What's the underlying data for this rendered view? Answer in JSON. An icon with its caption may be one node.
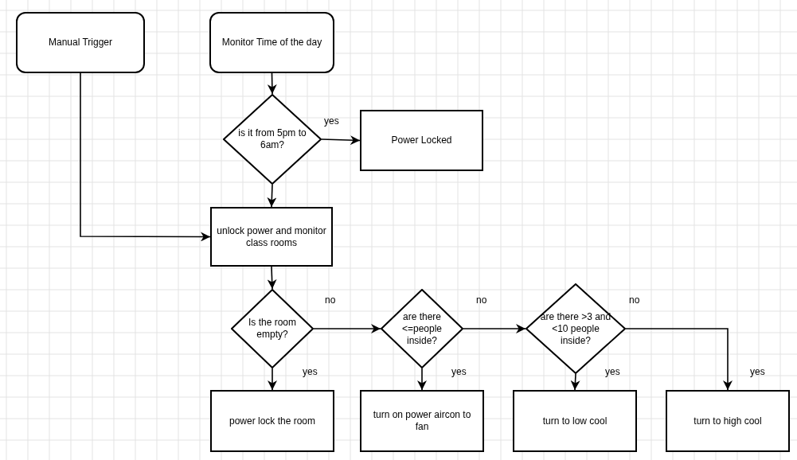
{
  "diagram": {
    "nodes": [
      {
        "text": [
          "Manual Trigger"
        ]
      },
      {
        "text": [
          "Monitor Time of the day"
        ]
      },
      {
        "text": [
          "is it from 5pm to 6am?"
        ]
      },
      {
        "text": [
          "Power Locked"
        ]
      },
      {
        "text": [
          "unlock power and monitor class rooms"
        ]
      },
      {
        "text": [
          "Is the room empty?"
        ]
      },
      {
        "text": [
          "are there <=people inside?"
        ]
      },
      {
        "text": [
          "are there >3 and <10 people inside?"
        ]
      },
      {
        "text": [
          "power lock the room"
        ]
      },
      {
        "text": [
          "turn on power aircon to fan"
        ]
      },
      {
        "text": [
          "turn to low cool"
        ]
      },
      {
        "text": [
          "turn to high cool"
        ]
      }
    ],
    "edges": [
      {
        "from": 1,
        "to": 2,
        "arrow": "to"
      },
      {
        "from": 2,
        "to": 3,
        "arrow": "to",
        "label": "yes"
      },
      {
        "from": 2,
        "to": 4,
        "arrow": "to"
      },
      {
        "from": 0,
        "to": 4,
        "arrow": "to"
      },
      {
        "from": 4,
        "to": 5,
        "arrow": "to"
      },
      {
        "from": 5,
        "to": 6,
        "arrow": "to",
        "label": "no"
      },
      {
        "from": 5,
        "to": 8,
        "arrow": "to",
        "label": "yes"
      },
      {
        "from": 6,
        "to": 7,
        "arrow": "to",
        "label": "no"
      },
      {
        "from": 6,
        "to": 9,
        "arrow": "to",
        "label": "yes"
      },
      {
        "from": 7,
        "to": 10,
        "arrow": "to",
        "label": "yes"
      },
      {
        "from": 7,
        "to": 11,
        "arrow": "to",
        "label": "no"
      }
    ],
    "labels": [
      "yes"
    ]
  }
}
